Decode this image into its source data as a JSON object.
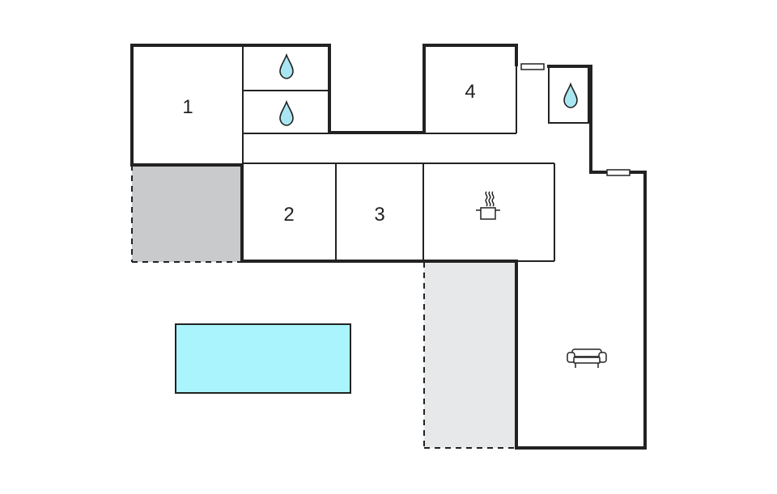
{
  "floorplan": {
    "rooms": [
      {
        "id": "room-1",
        "label": "1",
        "type": "bedroom"
      },
      {
        "id": "room-2",
        "label": "2",
        "type": "bedroom"
      },
      {
        "id": "room-3",
        "label": "3",
        "type": "bedroom"
      },
      {
        "id": "room-4",
        "label": "4",
        "type": "bedroom"
      }
    ],
    "icons": [
      {
        "name": "water-drop-icon",
        "meaning": "bathroom"
      },
      {
        "name": "cooking-pot-icon",
        "meaning": "kitchen"
      },
      {
        "name": "armchair-icon",
        "meaning": "living room"
      }
    ],
    "colors": {
      "wall": "#222222",
      "pool": "#aaf5fd",
      "terrace_dark": "#c8cacb",
      "terrace_light": "#e6e8e9",
      "drop": "#a9e6f2",
      "window": "#ffffff"
    }
  }
}
